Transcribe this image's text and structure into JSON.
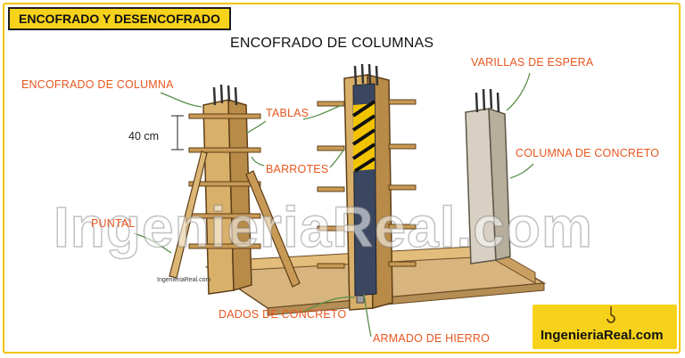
{
  "header": {
    "tag": "ENCOFRADO Y DESENCOFRADO"
  },
  "title": "ENCOFRADO DE COLUMNAS",
  "labels": {
    "encofrado_columna": "ENCOFRADO DE COLUMNA",
    "tablas": "TABLAS",
    "barrotes": "BARROTES",
    "puntal": "PUNTAL",
    "dados_concreto": "DADOS DE CONCRETO",
    "armado_hierro": "ARMADO DE HIERRO",
    "varillas_espera": "VARILLAS DE ESPERA",
    "columna_concreto": "COLUMNA DE CONCRETO"
  },
  "dimension": "40 cm",
  "watermark": "IngenieriaReal.com",
  "credit": "IngenieriaReal.com",
  "logo": {
    "text": "IngenieriaReal.com"
  },
  "colors": {
    "accent": "#f7d21a",
    "label": "#e8571f",
    "wood": "#d9b06a",
    "concrete": "#cfc7b8"
  }
}
